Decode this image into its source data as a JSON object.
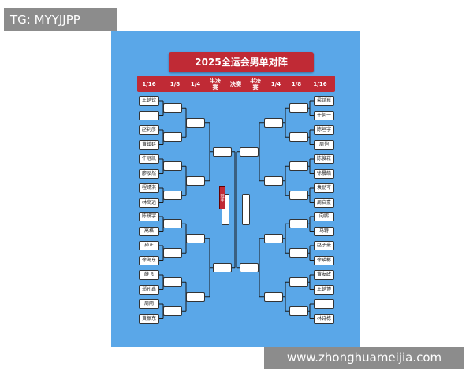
{
  "watermark_top": "TG: MYYJJPP",
  "watermark_bottom": "www.zhonghuameijia.com",
  "poster": {
    "title": "2025全运会男单对阵",
    "rounds": [
      "1/16",
      "1/8",
      "1/4",
      "半决赛",
      "决赛",
      "半决赛",
      "1/4",
      "1/8",
      "1/16"
    ],
    "champion_label": "冠军",
    "left_players": [
      "王楚钦",
      "",
      "赵钊彦",
      "黄镇廷",
      "牛冠凯",
      "廖泓然",
      "程靖淇",
      "林高远",
      "陈镜宇",
      "高格",
      "孙正",
      "徐海东",
      "薛飞",
      "郑孔鑫",
      "周雨",
      "黄振东"
    ],
    "right_players": [
      "梁靖崑",
      "于何一",
      "陈垣宇",
      "周恺",
      "陈俊菘",
      "徐晨皓",
      "袁励岑",
      "周启豪",
      "向鹏",
      "马特",
      "赵子豪",
      "徐瑛彬",
      "黄友政",
      "王楚博",
      "",
      "林诗栋"
    ]
  },
  "colors": {
    "poster_bg": "#5aa7e8",
    "header_red": "#c02a35",
    "box_border": "#333333"
  }
}
